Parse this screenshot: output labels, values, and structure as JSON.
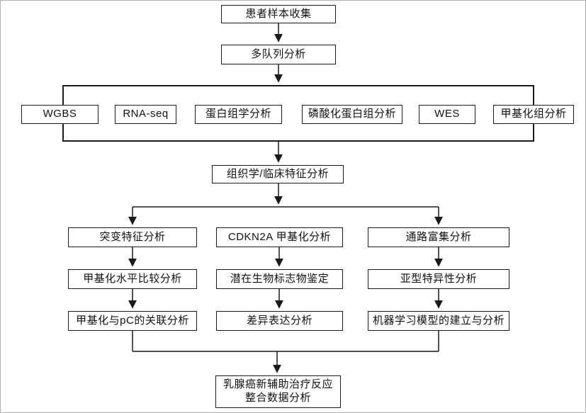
{
  "nodes": {
    "patient_collection": {
      "label": "患者样本收集"
    },
    "multi_cohort": {
      "label": "多队列分析"
    },
    "omics": [
      {
        "label": "WGBS"
      },
      {
        "label": "RNA-seq"
      },
      {
        "label": "蛋白组学分析"
      },
      {
        "label": "磷酸化蛋白组分析"
      },
      {
        "label": "WES"
      },
      {
        "label": "甲基化组分析"
      }
    ],
    "histology": {
      "label": "组织学/临床特征分析"
    },
    "columns": [
      {
        "steps": [
          "突变特征分析",
          "甲基化水平比较分析",
          "甲基化与pC的关联分析"
        ]
      },
      {
        "steps": [
          "CDKN2A 甲基化分析",
          "潜在生物标志物鉴定",
          "差异表达分析"
        ]
      },
      {
        "steps": [
          "通路富集分析",
          "亚型特异性分析",
          "机器学习模型的建立与分析"
        ]
      }
    ],
    "integration": {
      "label_line1": "乳腺癌新辅助治疗反应",
      "label_line2": "整合数据分析"
    }
  },
  "colors": {
    "line": "#1a1a1a",
    "box_border": "#1a1a1a",
    "box_fill": "#ffffff",
    "frame": "#aeaeae",
    "bg": "#ffffff"
  }
}
